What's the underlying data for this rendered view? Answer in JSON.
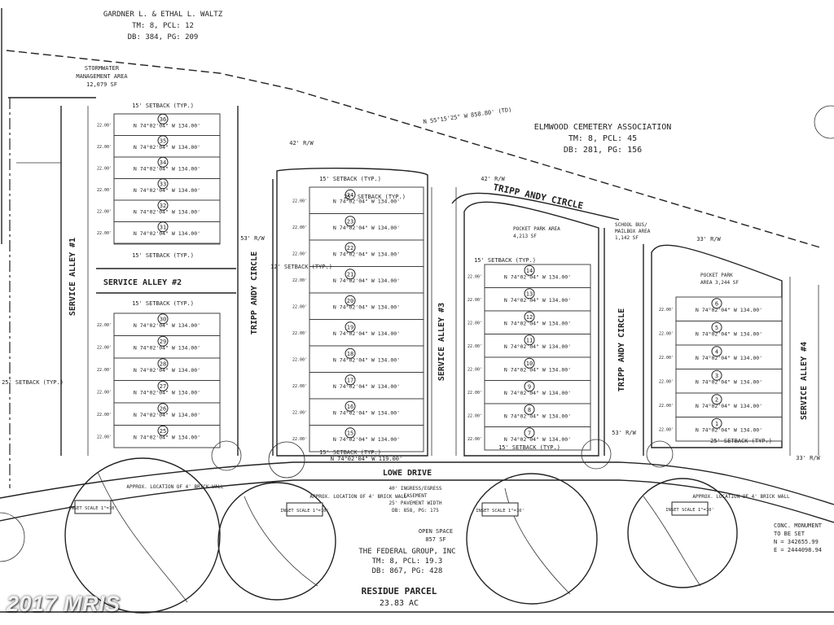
{
  "top_owner": {
    "name": "GARDNER L. & ETHAL L. WALTZ",
    "tm": "TM: 8, PCL: 12",
    "db": "DB: 384, PG: 209"
  },
  "cemetery": {
    "name": "ELMWOOD CEMETERY ASSOCIATION",
    "tm": "TM: 8, PCL: 45",
    "db": "DB: 281, PG: 156"
  },
  "stormwater": {
    "line1": "STORMWATER",
    "line2": "MANAGEMENT AREA",
    "line3": "12,079 SF"
  },
  "alleys": [
    "SERVICE ALLEY #1",
    "SERVICE ALLEY #2",
    "SERVICE ALLEY #3",
    "SERVICE ALLEY #4"
  ],
  "circle_name": "TRIPP ANDY CIRCLE",
  "lowe_drive": "LOWE DRIVE",
  "easement": {
    "line1": "40' INGRESS/EGRESS",
    "line2": "EASEMENT",
    "line3": "25' PAVEMENT WIDTH",
    "line4": "DB: 858, PG: 175"
  },
  "open_space": {
    "line1": "OPEN SPACE",
    "line2": "857 SF"
  },
  "federal_group": {
    "name": "THE FEDERAL GROUP, INC",
    "tm": "TM: 8, PCL: 19.3",
    "db": "DB: 867, PG: 428"
  },
  "residue": {
    "title": "RESIDUE PARCEL",
    "area": "23.83 AC"
  },
  "pocket_park_1": {
    "line1": "POCKET PARK AREA",
    "line2": "4,213 SF"
  },
  "pocket_park_2": {
    "line1": "POCKET PARK",
    "line2": "AREA 3,244 SF"
  },
  "mailbox": {
    "line1": "SCHOOL BUS/",
    "line2": "MAILBOX AREA",
    "line3": "1,142 SF"
  },
  "monument": {
    "line1": "CONC. MONUMENT",
    "line2": "TO BE SET",
    "line3": "N = 342655.99",
    "line4": "E = 2444098.94"
  },
  "brick_wall": "APPROX. LOCATION OF 4' BRICK WALL",
  "inset_scale": "INSET SCALE 1\"=10'",
  "setback_15": "15' SETBACK (TYP.)",
  "setback_25": "25' SETBACK (TYP.)",
  "setback_12": "12' SETBACK (TYP.)",
  "rw_42": "42' R/W",
  "rw_53": "53' R/W",
  "rw_33": "33' R/W",
  "lot_bearing": "N 74°02'04\" W 134.00'",
  "lot_width": "22.00'",
  "boundary_bearing": "N 55°15'25\" W 858.80' (TD)",
  "road_bearing": "N 74°02'04\" W 119.00'",
  "watermark": "2017 MRIS",
  "lots": {
    "col1": [
      "36",
      "35",
      "34",
      "33",
      "32",
      "31"
    ],
    "col2": [
      "30",
      "29",
      "28",
      "27",
      "26",
      "25"
    ],
    "col3": [
      "24",
      "23",
      "22",
      "21",
      "20",
      "19",
      "18",
      "17",
      "16",
      "15"
    ],
    "col4": [
      "14",
      "13",
      "12",
      "11",
      "10",
      "9",
      "8",
      "7"
    ],
    "col5": [
      "6",
      "5",
      "4",
      "3",
      "2",
      "1"
    ]
  }
}
